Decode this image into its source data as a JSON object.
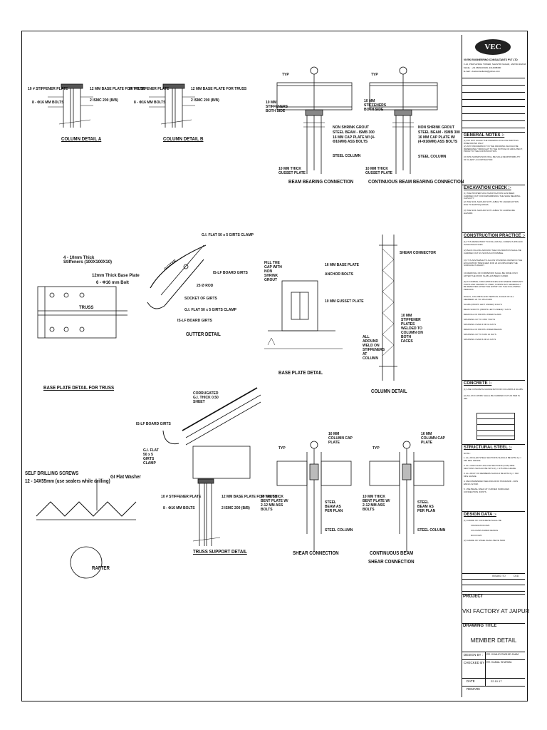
{
  "details": {
    "column_a": {
      "caption": "COLUMN DETAIL A",
      "stiffener": "10 # STIFFENER PLATE",
      "anchor": "8 - Φ16 MM BOLTS",
      "base_plate": "12 MM BASE PLATE FOR TRUSS",
      "ismc": "2 ISMC 200 (B/B)"
    },
    "column_b": {
      "caption": "COLUMN DETAIL B",
      "stiffener": "10 # STIFFENER PLATE",
      "anchor": "8 - Φ16 MM BOLTS",
      "base_plate": "12 MM BASE PLATE FOR TRUSS",
      "ismc": "2 ISMC 200 (B/B)"
    },
    "beam_bearing": {
      "caption": "BEAM BEARING CONNECTION",
      "typ": "TYP",
      "stiffeners": "10 MM STIFFENERS BOTH SIDE",
      "grout": "NON SHRINK GROUT",
      "beam": "STEEL BEAM - ISMB 300",
      "cap_plate": "16 MM CAP PLATE W/ (4-Φ16MM) ASS BOLTS",
      "gusset": "10 MM THICK GUSSET PLATE",
      "column": "STEEL COLUMN"
    },
    "cont_beam_bearing": {
      "caption": "CONTINUOUS BEAM BEARING CONNECTION",
      "typ": "TYP",
      "stiffeners": "10 MM STIFFENERS BOTH SIDE",
      "grout": "NON SHRINK GROUT",
      "beam": "STEEL BEAM - ISMB 300",
      "cap_plate": "16 MM CAP PLATE W/ (4-Φ16MM) ASS BOLTS",
      "gusset": "10 MM THICK GUSSET PLATE",
      "column": "STEEL COLUMN"
    },
    "base_plate_truss": {
      "caption": "BASE PLATE DETAIL FOR TRUSS",
      "stiffeners": "4 - 10mm Thick Stiffeners (100X100X10)",
      "plate": "12mm Thick Base Plate",
      "bolts": "6 - Φ16 mm Bolt",
      "truss": "TRUSS"
    },
    "gutter": {
      "caption": "GUTTER DETAIL",
      "gutter_label": "GUTTER",
      "purlin_clamp": "G.I. FLAT 50 x 5 GIRTS CLAMP",
      "girts": "IS-LF BOARD GIRTS",
      "rod": "25 Ø ROD",
      "socket": "SOCKET OF GIRTS",
      "flat": "G.I. FLAT 50 x 5 GIRTS CLAMP",
      "board": "IS-LF BOARD GIRTS"
    },
    "base_plate": {
      "caption": "BASE PLATE DETAIL",
      "fill": "FILL THE GAP WITH NON SHRINK GROUT",
      "plate": "16 MM BASE PLATE",
      "anchor": "ANCHOR BOLTS",
      "gusset": "10 MM GUSSET PLATE"
    },
    "column_detail": {
      "caption": "COLUMN DETAIL",
      "shear": "SHEAR CONNECTOR",
      "stiffeners": "10 MM STIFFENER PLATES WELDED TO COLUMN ON BOTH FACES",
      "around": "ALL AROUND WELD ON STIFFENERS AT COLUMN"
    },
    "roof": {
      "sheet": "CORRUGATED G.I. THICK 0.50 SHEET",
      "girts": "IS-LF BOARD GIRTS",
      "flat": "G.I. FLAT 50 x 5 GIRTS CLAMP"
    },
    "self_drilling": {
      "title": "SELF DRILLING SCREWS",
      "spec": "12 - 14X55mm (use sealers while drilling)",
      "washer": "GI Flat Washer",
      "rafter": "RAFTER"
    },
    "truss_support": {
      "caption": "TRUSS SUPPORT DETAIL",
      "stiffener": "10 # STIFFENER PLATE",
      "anchor": "8 - Φ16 MM BOLTS",
      "base_plate": "12 MM BASE PLATE FOR TRUSS",
      "ismc": "2 ISMC 200 (B/B)"
    },
    "shear": {
      "caption": "SHEAR CONNECTION",
      "typ": "TYP",
      "cap": "16 MM COLUMN CAP PLATE",
      "bent": "10 MM THICK BENT PLATE W/ 2-12 MM ASS BOLTS",
      "beam": "STEEL BEAM AS PER PLAN",
      "column": "STEEL COLUMN"
    },
    "cont_shear": {
      "caption1": "CONTINUOUS BEAM",
      "caption2": "SHEAR CONNECTION",
      "typ": "TYP",
      "cap": "16 MM COLUMN CAP PLATE",
      "bent": "10 MM THICK BENT PLATE W/ 2-12 MM ASS BOLTS",
      "beam": "STEEL BEAM AS PER PLAN",
      "column": "STEEL COLUMN"
    }
  },
  "title_block": {
    "logo_text": "VEC",
    "company": "VIVEK ENGINEERING CONSULTANTS PVT LTD",
    "address": "F-10, PRATHVIRAJ TOWER, SHASTRI NAGAR, JAIPUR-302016",
    "mobile": "Mobile : +91 9829103049, 9414098380",
    "email": "E-mail : vivekconsultants@yahoo.com",
    "general_notes": {
      "title": "GENERAL NOTES :-",
      "items": [
        "(1) DO NOT SCALE THE DRAWING FOLLOW WRITTEN DIMENSIONS ONLY.",
        "(2) ANY DISCREPANCY IN THE DRAWING SHOULD BE IMMEDIATELY BROUGHT TO THE NOTICE OF ARCHITECT, PRIOR TO THE CONSTRUCTION.",
        "(3) SITE SUPERVISION WILL BE SOLE RESPONSIBILITY OF CLIENT & CONTRACTOR."
      ]
    },
    "excavation": {
      "title": "EXCAVATION CHECK :-",
      "items": [
        "(1) THE PROPER SOIL INVESTIGATION HAS BEEN CARRIED OUT FOR DETERMINING THE SAFE BEARING CAPACITY.",
        "(2) THE SOIL SHOULD NOT LIABLE TO LIQUEFACTION DUE TO EARTHQUAKES.",
        "(3) THE SOIL SHOULD NOT LIABLE TO LANDSLIDE HAZARD."
      ]
    },
    "construction": {
      "title": "CONSTRUCTION PRACTICE :-",
      "items": [
        "(1) IT IS MANDATORY TO FOLLOW ALL CODES IS 456 AND IS 800 PRACTICES.",
        "(2) BACK FILLING AROUND THE FOUNDATION SHALL BE CARRIED OUT AS SOON AS POSSIBLE.",
        "(3) IT IS ADVISABLE TO ALLOW STANDING WATER IN THE EXCAVATION TRENCHES FOR 24 HOURS WHEN THE SURFACE IS READY.",
        "(4) REMOVAL OF FORMWORK SHALL BE DONE ONLY AFTER THE ROOF SLAB HAS BEEN CURED.",
        "(5) IN NORMAL CIRCUMSTANCES AND WHERE ORDINARY PORTLAND CEMENT IS USED, FORMS MAY GENERALLY BE REMOVED AFTER THE EXPIRY OF THE FOLLOWING PERIODS:",
        "WALLS, COLUMNS AND VERTICAL FACES OF ALL MEMBERS   24 TO 48 HOURS",
        "SLABS (PROPS LEFT UNDER)   3 DAYS",
        "BEAM SOFFITS (PROPS LEFT UNDER)   7 DAYS",
        "REMOVAL OF PROPS UNDER SLABS",
        "SPANNING UP TO 4.5M   7 DAYS",
        "SPANNING OVER 4.5M   14 DAYS",
        "REMOVAL OF PROPS UNDER BEAMS",
        "SPANNING UP TO 6.0M   14 DAYS",
        "SPANNING OVER 6.0M   21 DAYS"
      ]
    },
    "concrete": {
      "title": "CONCRETE :-",
      "items": [
        "(1) USE CONCRETE GRADE M25 FOR COLUMNS & SLABS.",
        "(2) ALL RCC WORK SHALL BE CARRIED OUT AS PER IS 456."
      ]
    },
    "structural_steel": {
      "title": "STRUCTURAL STEEL :-",
      "items": [
        "NOTE :",
        "1. ALL ROLLED STEEL SECTIONS SHOULD BE WITH Fy = 250 MPa GRADE.",
        "2. ALL CIRCULAR HOLLOW SECTIONS (CHS) PIPE SECTIONS SHOULD BE WITH Fy = 275 MPa GRADE.",
        "3. ALL BOLT OF MEMBERS SHOULD BE WITH Fy = 640 MPa GRADE.",
        "4. RECOMMENDED WELDING ROD STANDARD - AWS E6013 / E7018.",
        "5. USE BEVEL WELD AT CURVED SURFACES CONNECTION JOINTS."
      ]
    },
    "design_data": {
      "title": "DESIGN DATA :-",
      "items": [
        "(1) GRADE OF CONCRETE SHALL BE",
        "FOUNDATION   M25",
        "COLUMNS   ASPER DESIGN",
        "ROOF   M25",
        "(2) GRADE OF STEEL SHALL BE FE 500D"
      ]
    },
    "issued_to": "ISSUED TO",
    "ckd": "CKD",
    "project_label": "PROJECT",
    "project": "VKI FACTORY AT JAIPUR",
    "drawing_title_label": "DRAWING TITLE",
    "drawing_title": "MEMBER DETAIL",
    "design_by_label": "DESIGN BY :",
    "design_by": "ER. KHALID RASHID JAAM",
    "checked_by_label": "CHECKED BY :",
    "checked_by": "ER. KAMAL SHARMA",
    "date_label": "DATE",
    "date": "22.10.17",
    "remark_label": "REMARK"
  }
}
